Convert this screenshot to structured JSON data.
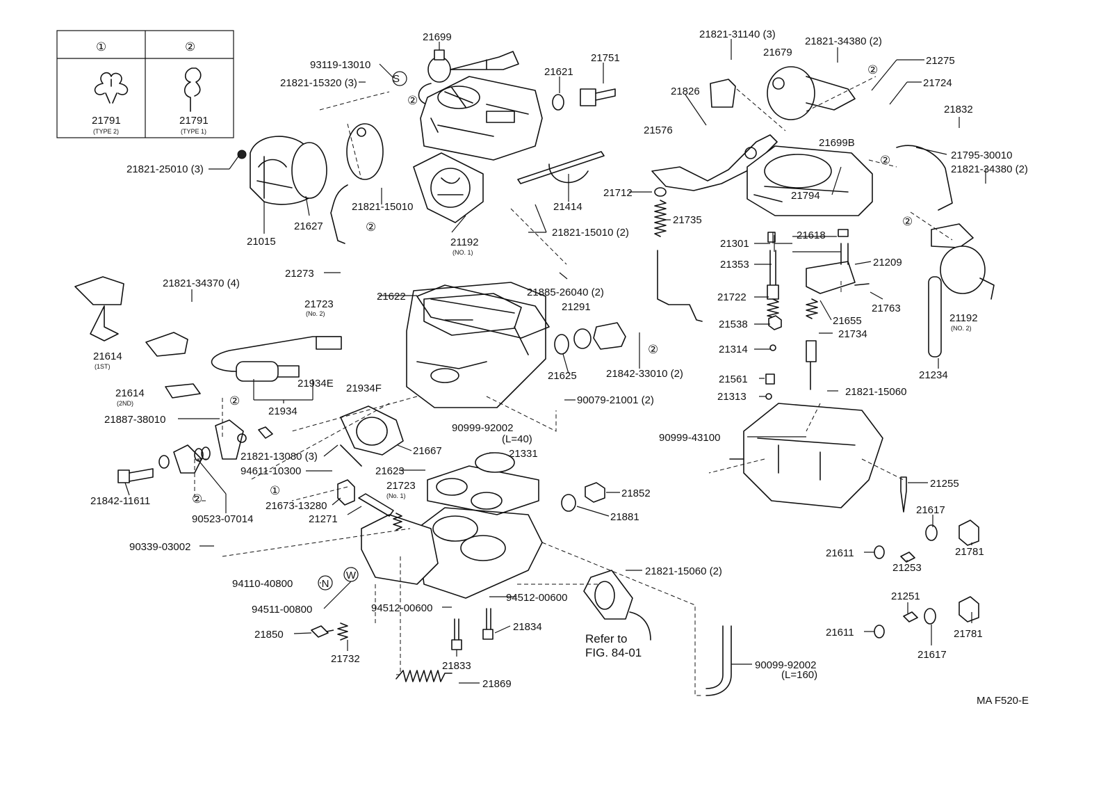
{
  "legend": {
    "col1_symbol": "①",
    "col2_symbol": "②",
    "col1_part": "21791",
    "col1_type": "(TYPE 2)",
    "col2_part": "21791",
    "col2_type": "(TYPE 1)"
  },
  "figure_code": "MA F520-E",
  "refer_note": {
    "line1": "Refer to",
    "line2": "FIG. 84-01"
  },
  "labels": {
    "p21699": "21699",
    "p93119": "93119-13010",
    "p21821_15320": "21821-15320 (3)",
    "p21621": "21621",
    "p21751": "21751",
    "p21821_31140": "21821-31140 (3)",
    "p21679": "21679",
    "p21821_34380a": "21821-34380 (2)",
    "p21275": "21275",
    "p21724": "21724",
    "p21832": "21832",
    "p21826": "21826",
    "p21576": "21576",
    "p21699b": "21699B",
    "p21795": "21795-30010",
    "p21821_34380b": "21821-34380 (2)",
    "p21821_25010": "21821-25010 (3)",
    "p21821_15010a": "21821-15010",
    "p21414": "21414",
    "p21712": "21712",
    "p21794": "21794",
    "p21015": "21015",
    "p21627": "21627",
    "p21192a": "21192",
    "p21192a_sub": "(NO. 1)",
    "p21821_15010b": "21821-15010 (2)",
    "p21735": "21735",
    "p21301": "21301",
    "p21618": "21618",
    "p21353": "21353",
    "p21209": "21209",
    "p21821_34370": "21821-34370 (4)",
    "p21273": "21273",
    "p21622": "21622",
    "p21885": "21885-26040 (2)",
    "p21723a": "21723",
    "p21723a_sub": "(No. 2)",
    "p21291": "21291",
    "p21722": "21722",
    "p21763": "21763",
    "p21655": "21655",
    "p21192b": "21192",
    "p21192b_sub": "(NO. 2)",
    "p21538": "21538",
    "p21734": "21734",
    "p21614a": "21614",
    "p21614a_sub": "(1ST)",
    "p21314": "21314",
    "p21934e": "21934E",
    "p21934f": "21934F",
    "p21625": "21625",
    "p21842_33010": "21842-33010 (2)",
    "p21234": "21234",
    "p21614b": "21614",
    "p21614b_sub": "(2ND)",
    "p21561": "21561",
    "p21821_15060a": "21821-15060",
    "p21313": "21313",
    "p21934": "21934",
    "p90079": "90079-21001 (2)",
    "p21887": "21887-38010",
    "p90999_92002a": "90999-92002",
    "p90999_92002a_sub": "(L=40)",
    "p90999_43100": "90999-43100",
    "p21667": "21667",
    "p21821_13080": "21821-13080 (3)",
    "p21331": "21331",
    "p94611": "94611-10300",
    "p21623": "21623",
    "p21255": "21255",
    "p21842_11611": "21842-11611",
    "p21673": "21673-13280",
    "p21723b": "21723",
    "p21723b_sub": "(No. 1)",
    "p21852": "21852",
    "p21617a": "21617",
    "p90523": "90523-07014",
    "p21271": "21271",
    "p21881": "21881",
    "p21611a": "21611",
    "p21781a": "21781",
    "p90339": "90339-03002",
    "p21253": "21253",
    "p94110": "94110-40800",
    "p21821_15060b": "21821-15060 (2)",
    "p21251": "21251",
    "p94511": "94511-00800",
    "p94512a": "94512-00600",
    "p94512b": "94512-00600",
    "p21611b": "21611",
    "p21781b": "21781",
    "p21850": "21850",
    "p21834": "21834",
    "p21617b": "21617",
    "p21732": "21732",
    "p21833": "21833",
    "p90099": "90099-92002",
    "p90099_sub": "(L=160)",
    "p21869": "21869"
  },
  "markers": {
    "circle1": "①",
    "circle2": "②",
    "S": "S",
    "N": "N",
    "W": "W"
  }
}
